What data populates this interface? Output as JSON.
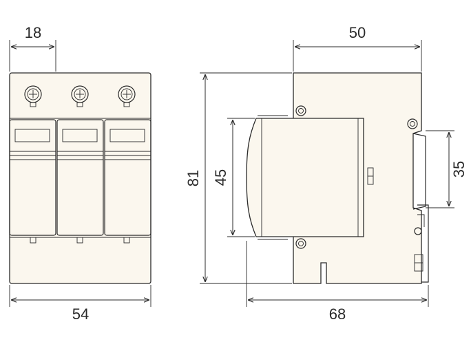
{
  "diagram": {
    "dimensions": {
      "pole_width": "18",
      "total_width": "54",
      "depth_top": "50",
      "height": "81",
      "module_height": "45",
      "rail_height": "35",
      "total_depth": "68"
    },
    "colors": {
      "line": "#2a2a2a",
      "body": "#fbf7ee",
      "background": "#ffffff"
    }
  }
}
